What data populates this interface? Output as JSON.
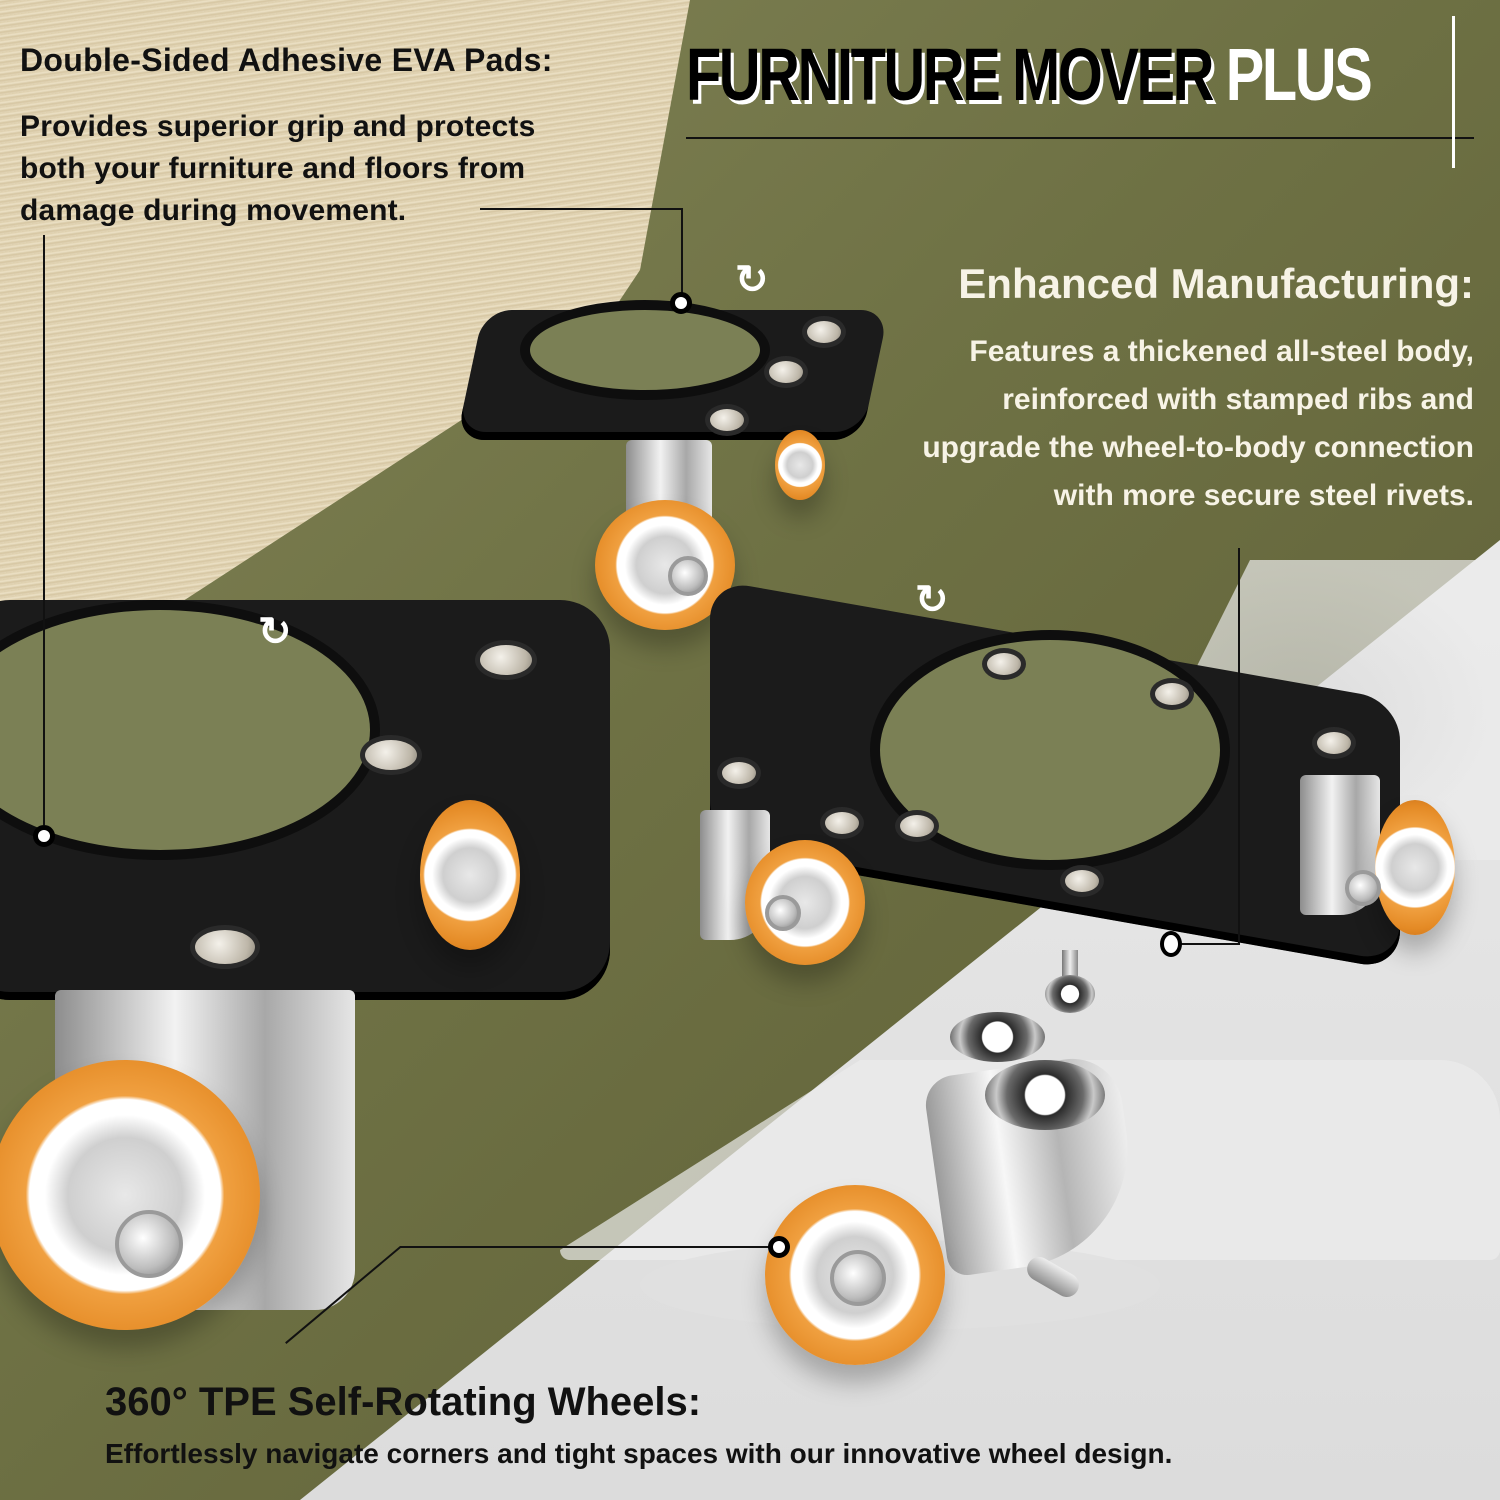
{
  "title": {
    "dark_part": "FURNITURE MOVER",
    "light_part": "PLUS"
  },
  "sections": {
    "eva_pads": {
      "heading": "Double-Sided Adhesive EVA Pads:",
      "body_lines": [
        "Provides superior grip and protects",
        "both your furniture and floors from",
        "damage during movement."
      ]
    },
    "manufacturing": {
      "heading": "Enhanced Manufacturing:",
      "body_lines": [
        "Features a thickened all-steel body,",
        "reinforced with stamped ribs and",
        "upgrade the wheel-to-body connection",
        "with more secure steel rivets."
      ]
    },
    "wheels": {
      "heading": "360° TPE Self-Rotating Wheels:",
      "body": "Effortlessly navigate corners and tight spaces with our innovative wheel design."
    }
  },
  "icons": {
    "rotate_arrow": "↻"
  },
  "colors": {
    "olive_bg": "#6e7144",
    "wood": "#e3d6b8",
    "plate_black": "#1b1b1b",
    "wheel_orange": "#e48a25",
    "room_bg": "#ececec",
    "text_dark": "#111111",
    "text_light": "#f7f3e6"
  }
}
